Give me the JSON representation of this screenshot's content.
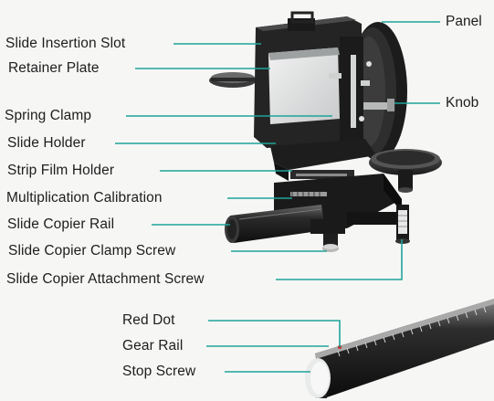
{
  "colors": {
    "leader_line": "#1fa39a",
    "background": "#f6f7f5",
    "label_text": "#1d1d1d",
    "device_dark": "#1f1f1f",
    "device_metal": "#b9bcbc"
  },
  "labels": {
    "panel": "Panel",
    "knob": "Knob",
    "slide_insertion_slot": "Slide Insertion Slot",
    "retainer_plate": "Retainer Plate",
    "spring_clamp": "Spring Clamp",
    "slide_holder": "Slide Holder",
    "strip_film_holder": "Strip Film Holder",
    "multiplication_calibration": "Multiplication Calibration",
    "slide_copier_rail": "Slide Copier Rail",
    "slide_copier_clamp_screw": "Slide Copier Clamp Screw",
    "slide_copier_attachment_screw": "Slide Copier Attachment Screw",
    "red_dot": "Red Dot",
    "gear_rail": "Gear Rail",
    "stop_screw": "Stop Screw"
  },
  "icons": {
    "main_illustration": "slide-copier-device-icon",
    "rail_illustration": "gear-rail-icon"
  }
}
